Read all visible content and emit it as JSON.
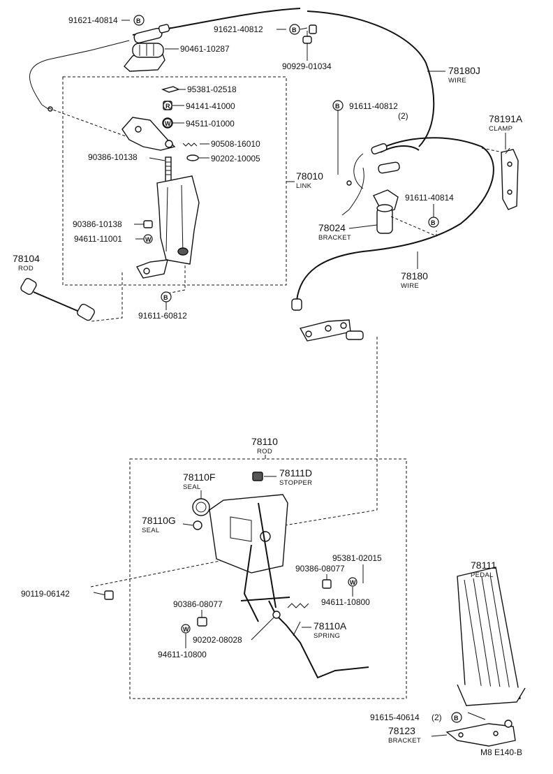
{
  "labels": {
    "p91621_40814": "91621-40814",
    "p90461_10287": "90461-10287",
    "p91621_40812": "91621-40812",
    "p90929_01034": "90929-01034",
    "p78180j": "78180J",
    "p78180j_cap": "WIRE",
    "p95381_02518": "95381-02518",
    "p94141_41000": "94141-41000",
    "p94511_01000": "94511-01000",
    "p90508_16010": "90508-16010",
    "p90386_10138a": "90386-10138",
    "p90202_10005": "90202-10005",
    "p78010": "78010",
    "p78010_cap": "LINK",
    "p90386_10138b": "90386-10138",
    "p94611_11001": "94611-11001",
    "p78104": "78104",
    "p78104_cap": "ROD",
    "p91611_60812": "91611-60812",
    "p91611_40812": "91611-40812",
    "p91611_40812_qty": "(2)",
    "p78191a": "78191A",
    "p78191a_cap": "CLAMP",
    "p91611_40814": "91611-40814",
    "p78024": "78024",
    "p78024_cap": "BRACKET",
    "p78180": "78180",
    "p78180_cap": "WIRE",
    "p78110": "78110",
    "p78110_cap": "ROD",
    "p78110f": "78110F",
    "p78110f_cap": "SEAL",
    "p78111d": "78111D",
    "p78111d_cap": "STOPPER",
    "p78110g": "78110G",
    "p78110g_cap": "SEAL",
    "p95381_02015": "95381-02015",
    "p90386_08077a": "90386-08077",
    "p94611_10800a": "94611-10800",
    "p90119_06142": "90119-06142",
    "p90386_08077b": "90386-08077",
    "p78110a": "78110A",
    "p78110a_cap": "SPRING",
    "p90202_08028": "90202-08028",
    "p94611_10800b": "94611-10800",
    "p78111": "78111",
    "p78111_cap": "PEDAL",
    "p91615_40614": "91615-40614",
    "p91615_40614_qty": "(2)",
    "p78123": "78123",
    "p78123_cap": "BRACKET",
    "ref_code": "M8  E140-B"
  },
  "badges": {
    "bolt": "B",
    "washer": "W",
    "rivet": "R"
  }
}
